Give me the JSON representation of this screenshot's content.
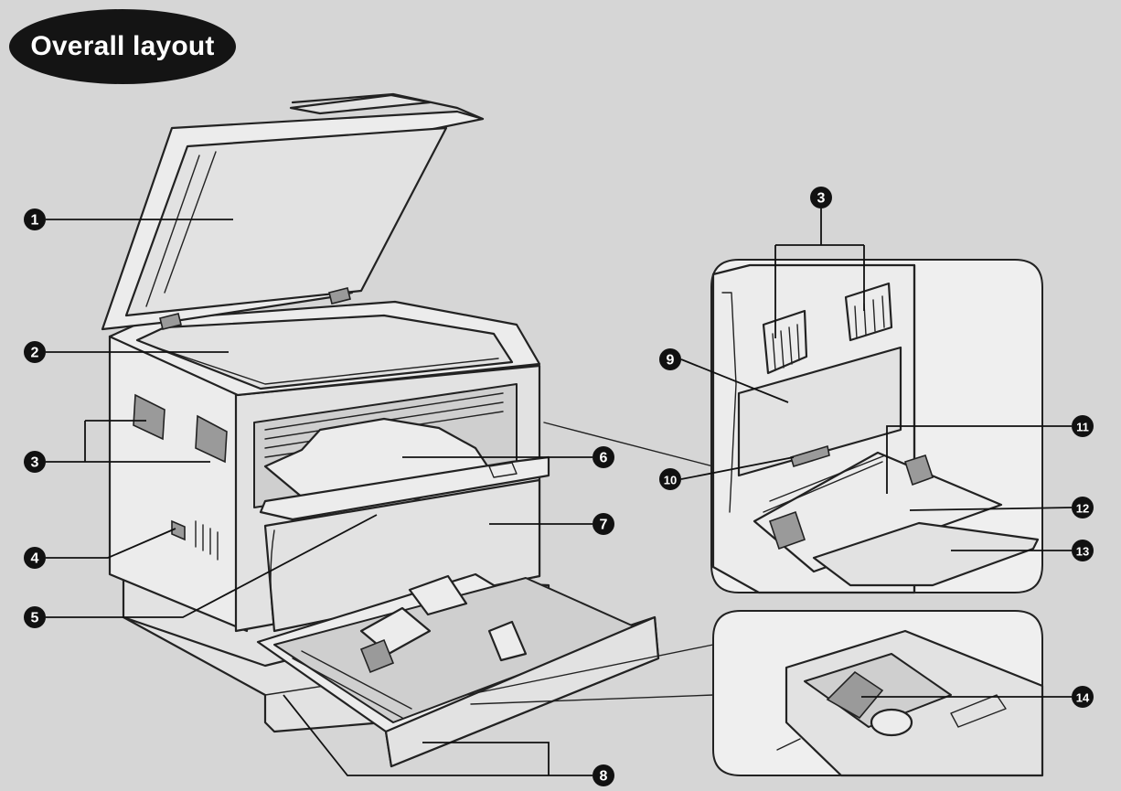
{
  "title": "Overall layout",
  "callouts": [
    {
      "id": 1,
      "label": "1"
    },
    {
      "id": 2,
      "label": "2"
    },
    {
      "id": 3,
      "label": "3"
    },
    {
      "id": 4,
      "label": "4"
    },
    {
      "id": 5,
      "label": "5"
    },
    {
      "id": 6,
      "label": "6"
    },
    {
      "id": 7,
      "label": "7"
    },
    {
      "id": 8,
      "label": "8"
    },
    {
      "id": 9,
      "label": "9"
    },
    {
      "id": 10,
      "label": "10"
    },
    {
      "id": 11,
      "label": "11"
    },
    {
      "id": 12,
      "label": "12"
    },
    {
      "id": 13,
      "label": "13"
    },
    {
      "id": 14,
      "label": "14"
    }
  ],
  "colors": {
    "background": "#d6d6d6",
    "ink": "#111111",
    "badge_text": "#ffffff"
  }
}
